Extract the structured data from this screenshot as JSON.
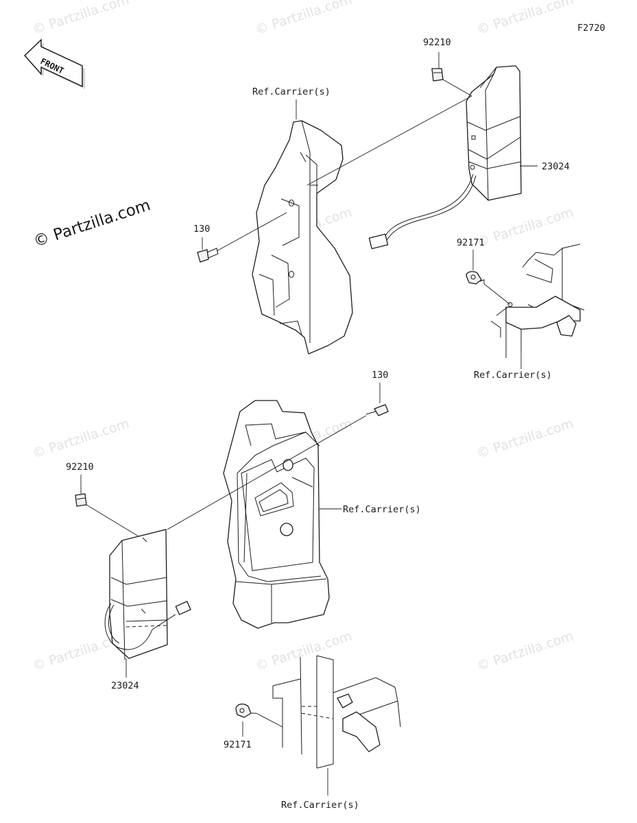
{
  "diagram_id": "F2720",
  "front_arrow_label": "FRONT",
  "watermark_main": "© Partzilla.com",
  "watermark_tile": "© Partzilla.com",
  "callouts": {
    "top_clip": "92210",
    "top_ref_carrier": "Ref.Carrier(s)",
    "top_bolt": "130",
    "top_reflector": "23024",
    "top_clamp": "92171",
    "top_right_ref_carrier": "Ref.Carrier(s)",
    "bottom_bolt": "130",
    "bottom_clip": "92210",
    "bottom_ref_carrier": "Ref.Carrier(s)",
    "bottom_reflector": "23024",
    "bottom_clamp": "92171",
    "bottom_low_ref_carrier": "Ref.Carrier(s)"
  }
}
